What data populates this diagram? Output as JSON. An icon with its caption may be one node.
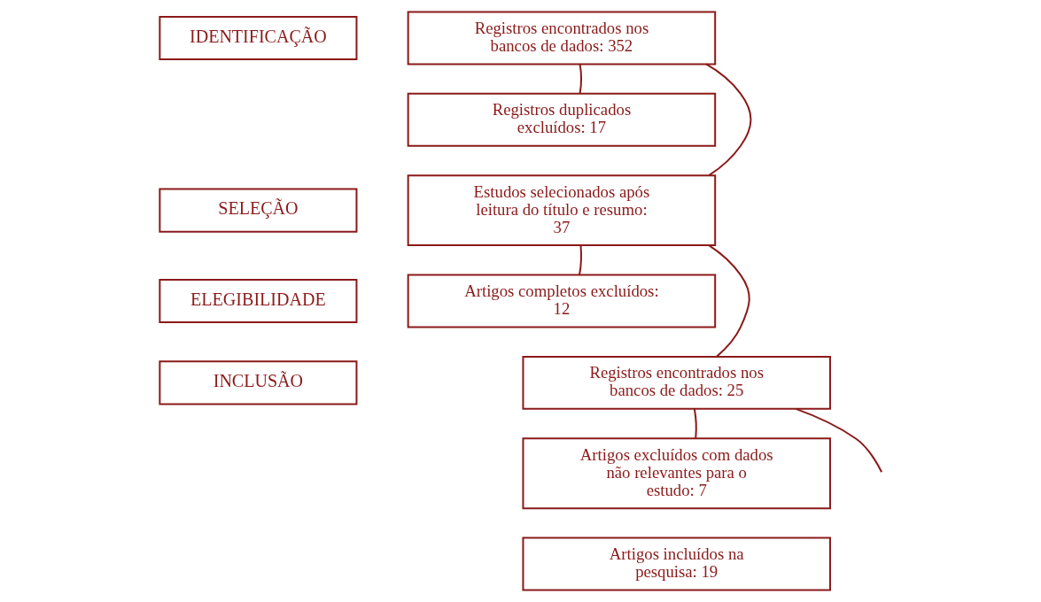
{
  "diagram": {
    "nodes": [
      {
        "text": [
          "IDENTIFICAÇÃO"
        ]
      },
      {
        "text": [
          "SELEÇÃO"
        ]
      },
      {
        "text": [
          "ELEGIBILIDADE"
        ]
      },
      {
        "text": [
          "INCLUSÃO"
        ]
      },
      {
        "text": [
          "Registros encontrados nos bancos de dados: 352"
        ]
      },
      {
        "text": [
          "Registros duplicados excluídos: 17"
        ]
      },
      {
        "text": [
          "Estudos selecionados após leitura do título e resumo: 37"
        ]
      },
      {
        "text": [
          "Artigos completos excluídos: 12"
        ]
      },
      {
        "text": [
          "Registros encontrados nos bancos de dados: 25"
        ]
      },
      {
        "text": [
          "Artigos excluídos com dados não relevantes para o estudo: 7"
        ]
      },
      {
        "text": [
          "Artigos incluídos na pesquisa: 19"
        ]
      }
    ],
    "edges": [
      {
        "from": 4,
        "to": 5,
        "arrow": "none"
      },
      {
        "from": 4,
        "to": 6,
        "arrow": "none"
      },
      {
        "from": 6,
        "to": 7,
        "arrow": "none"
      },
      {
        "from": 6,
        "to": 8,
        "arrow": "none"
      },
      {
        "from": 8,
        "to": 9,
        "arrow": "none"
      },
      {
        "from": 8,
        "to": null,
        "arrow": "none"
      }
    ]
  }
}
